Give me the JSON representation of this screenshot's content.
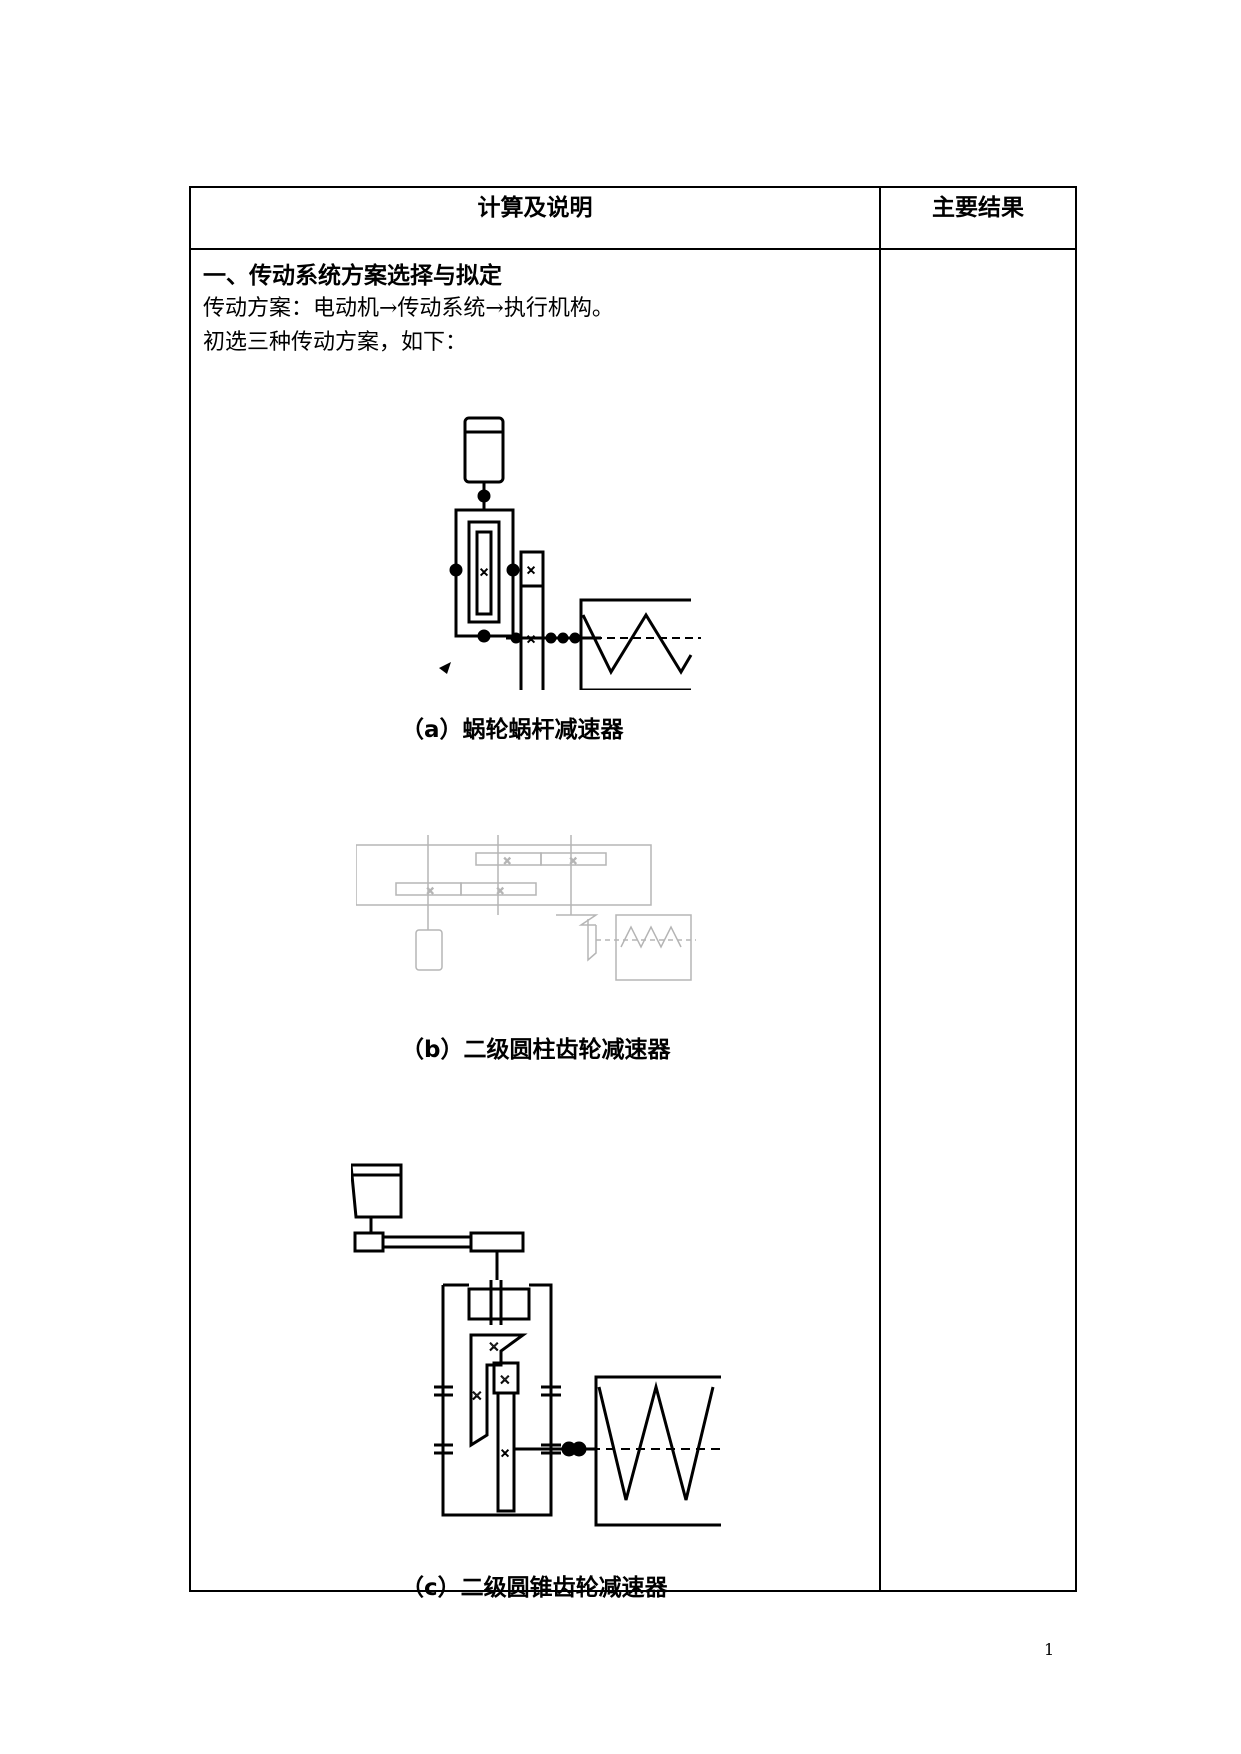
{
  "table": {
    "header_left": "计算及说明",
    "header_right": "主要结果"
  },
  "section": {
    "title": "一、传动系统方案选择与拟定",
    "line1": "传动方案：电动机→传动系统→执行机构。",
    "line2": "初选三种传动方案，如下："
  },
  "figures": {
    "a_caption": "（a）蜗轮蜗杆减速器",
    "b_caption": "（b）二级圆柱齿轮减速器",
    "c_caption": "（c）二级圆锥齿轮减速器"
  },
  "footer": {
    "page_number": "1"
  }
}
